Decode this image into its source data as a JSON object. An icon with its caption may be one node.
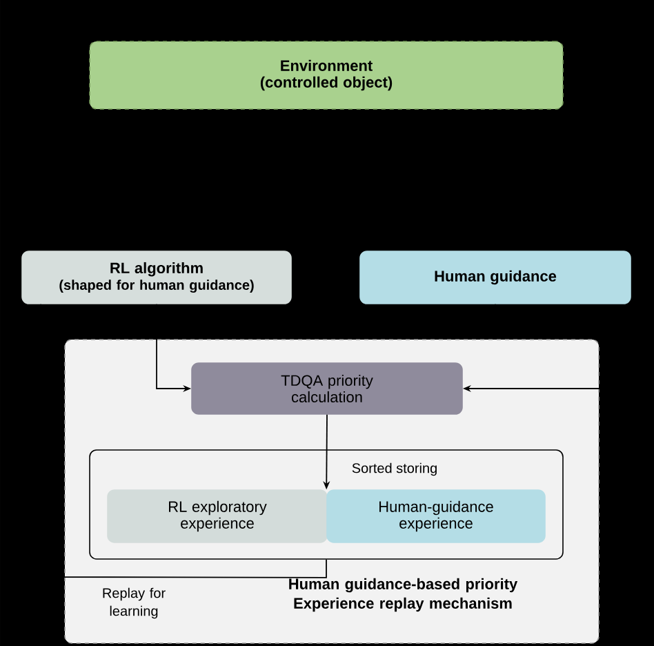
{
  "diagram": {
    "nodes": [
      {
        "text": [
          "Environment (controlled object)"
        ]
      },
      {
        "text": [
          "RL algorithm",
          "(shaped for human guidance)"
        ]
      },
      {
        "text": [
          "Human guidance"
        ]
      },
      {
        "text": [
          "Human guidance-based priority Experience replay mechanism"
        ]
      },
      {
        "text": [
          "TDQA priority calculation"
        ],
        "in": 3
      },
      {
        "text": [],
        "shape": "box",
        "in": 3
      },
      {
        "text": [
          "RL exploratory experience"
        ],
        "in": 5
      },
      {
        "text": [
          "Human-guidance experience"
        ],
        "in": 5
      }
    ],
    "edges": [
      {
        "from": 1,
        "to": 4,
        "arrow": "to"
      },
      {
        "from": 2,
        "to": 4,
        "arrow": "to"
      },
      {
        "from": 4,
        "to": 7,
        "arrow": "to",
        "label": "Sorted storing"
      },
      {
        "from": 5,
        "to": 1,
        "arrow": "none",
        "label": "Replay for learning"
      }
    ]
  }
}
